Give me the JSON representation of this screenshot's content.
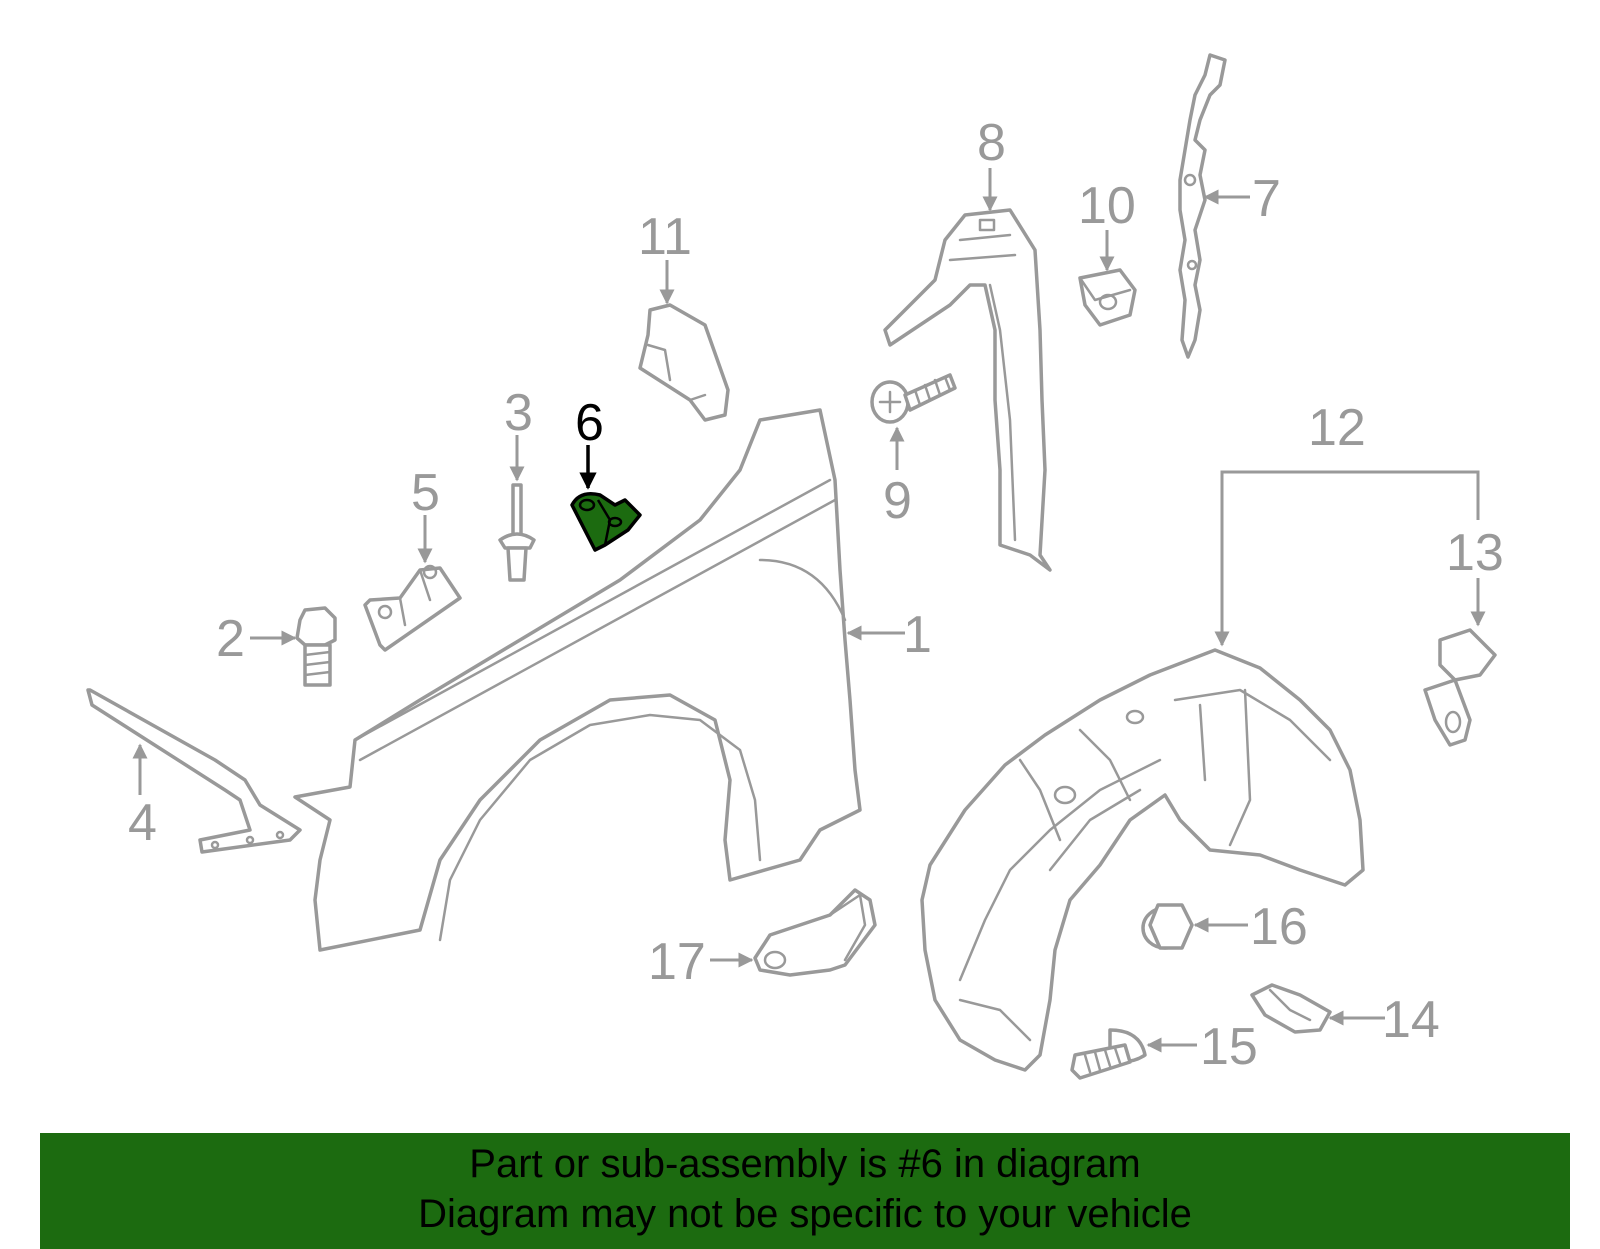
{
  "callouts": {
    "c1": "1",
    "c2": "2",
    "c3": "3",
    "c4": "4",
    "c5": "5",
    "c6": "6",
    "c7": "7",
    "c8": "8",
    "c9": "9",
    "c10": "10",
    "c11": "11",
    "c12": "12",
    "c13": "13",
    "c14": "14",
    "c15": "15",
    "c16": "16",
    "c17": "17"
  },
  "highlight": {
    "part": "6",
    "color": "#1c6b10"
  },
  "banner": {
    "line1": "Part or sub-assembly is #6 in diagram",
    "line2": "Diagram may not be specific to your vehicle",
    "background": "#1c6b10"
  }
}
